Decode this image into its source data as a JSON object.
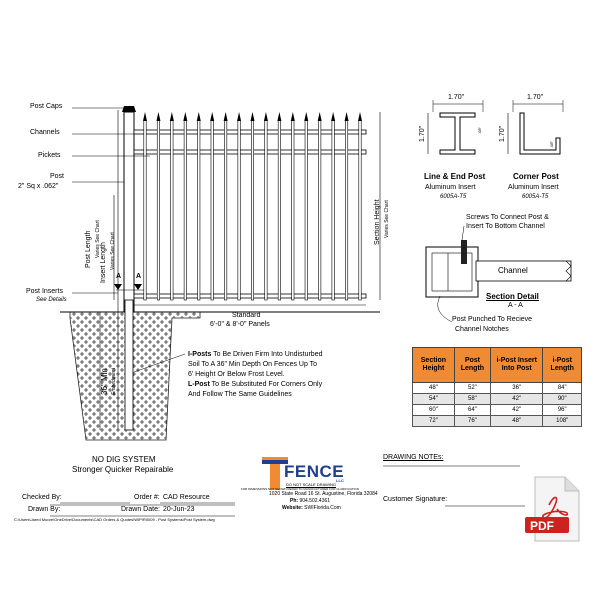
{
  "labels": {
    "post_caps": "Post Caps",
    "channels": "Channels",
    "pickets": "Pickets",
    "post": "Post",
    "post_size": "2\" Sq x .062\"",
    "post_length": "Post Length",
    "varies_chart": "Varies See Chart",
    "insert_length": "Insert Length",
    "section_height": "Section Height",
    "post_inserts": "Post Inserts",
    "see_details": "See Details",
    "standard": "Standard",
    "panels": "6'-0\" & 8'-0\" Panels",
    "min_depth": "36\" Min",
    "embedment": "Embedment",
    "section_a": "A",
    "no_dig": "NO DIG SYSTEM",
    "stronger": "Stronger Quicker Repairable"
  },
  "ipost_note": {
    "line1_bold": "I-Posts",
    "line1": " To Be Driven Firm Into Undisturbed",
    "line2": "Soil To A 36\" Min Depth On Fences Up To",
    "line3": "6' Height Or Below Frost Level.",
    "line4_bold": "L-Post",
    "line4": " To Be Substituted For Corners Only",
    "line5": "And Follow The Same Guidelines"
  },
  "line_end": {
    "dim_w": "1.70\"",
    "dim_h": "1.70\"",
    "small_dim": ".08\"",
    "title": "Line & End Post",
    "sub": "Aluminum Insert",
    "spec": "6005A-T5"
  },
  "corner": {
    "dim_w": "1.70\"",
    "dim_h": "1.70\"",
    "small_dim": ".08\"",
    "title": "Corner Post",
    "sub": "Aluminum Insert",
    "spec": "6005A-T5"
  },
  "section_detail": {
    "screws_1": "Screws To Connect Post &",
    "screws_2": "Insert To Bottom Channel",
    "channel": "Channel",
    "title": "Section Detail",
    "sub": "A - A",
    "punched_1": "Post Punched To Recieve",
    "punched_2": "Channel Notches"
  },
  "spec_table": {
    "headers": [
      "Section Height",
      "Post Length",
      "i-Post Insert Into Post",
      "i-Post Length"
    ],
    "rows": [
      [
        "48\"",
        "52\"",
        "36\"",
        "84\""
      ],
      [
        "54\"",
        "58\"",
        "42\"",
        "90\""
      ],
      [
        "60\"",
        "64\"",
        "42\"",
        "96\""
      ],
      [
        "72\"",
        "76\"",
        "48\"",
        "108\""
      ]
    ]
  },
  "logo": {
    "word": "FENCE",
    "llc": "LLC",
    "disclaimer": "DO NOT SCALE DRAWING",
    "fine": "FOR DIMENSIONS NOT SHOWN REFER TO MANUFACTURER FOR CLARIFICATION",
    "address": "1020 State Road 16 St. Augustine, Florida 32084",
    "phone_label": "Ph:",
    "phone": "904.502.4361",
    "website_label": "Website:",
    "website": "SWIFlorida.Com"
  },
  "titleblock": {
    "drawing_notes": "DRAWING NOTEs:",
    "checked_by": "Checked By:",
    "drawn_by": "Drawn By:",
    "order_label": "Order #:",
    "order": "CAD Resource",
    "date_label": "Drawn Date:",
    "date": "20-Jun-23",
    "customer_sig": "Customer Signature:",
    "path": "C:\\Users\\Jared Moore\\OneDrive\\Documents\\CAD Orders & Quotes\\WIP\\R0009 - Post Systems\\Post System.dwg"
  },
  "pdf_label": "PDF",
  "colors": {
    "accent_orange": "#f08a33",
    "logo_blue": "#1f3f8f",
    "logo_orange": "#f08a33",
    "pdf_red": "#cc2222"
  }
}
